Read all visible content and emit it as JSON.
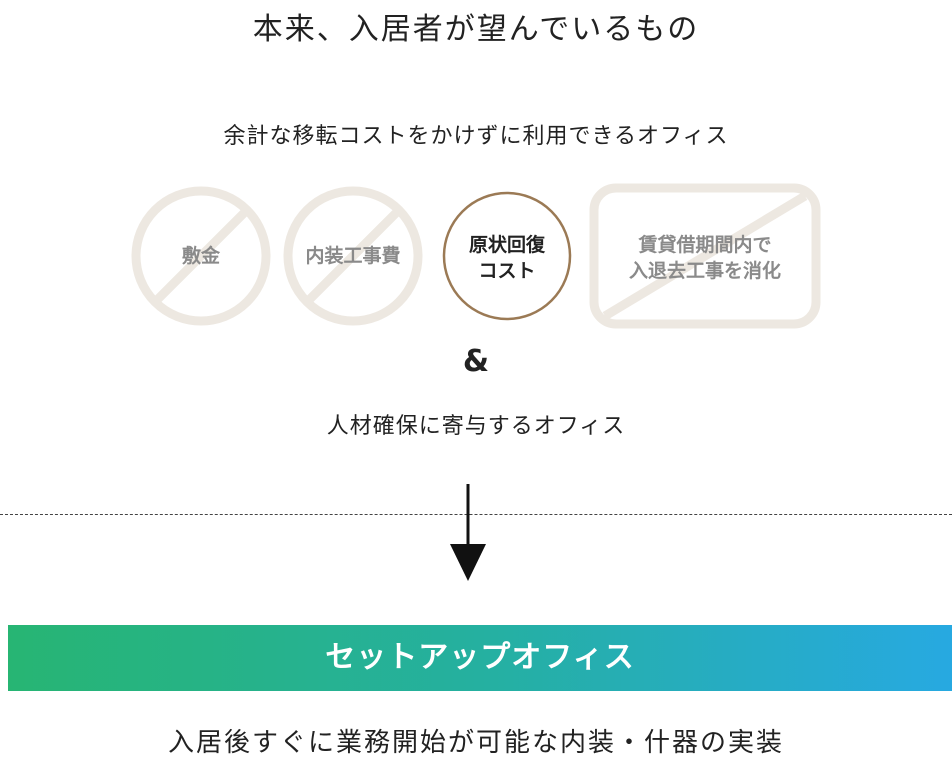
{
  "title": "本来、入居者が望んでいるもの",
  "subtitle": "余計な移転コストをかけずに利用できるオフィス",
  "items": [
    {
      "label": "敷金",
      "crossed": true
    },
    {
      "label": "内装工事費",
      "crossed": true
    },
    {
      "label_line1": "原状回復",
      "label_line2": "コスト",
      "crossed": false
    },
    {
      "label_line1": "賃貸借期間内で",
      "label_line2": "入退去工事を消化",
      "crossed": true
    }
  ],
  "ampersand": "&",
  "second_line": "人材確保に寄与するオフィス",
  "banner": "セットアップオフィス",
  "bottom_text": "入居後すぐに業務開始が可能な内装・什器の実装",
  "colors": {
    "badge_outline": "#ede8e1",
    "active_outline": "#9b7a55",
    "banner_start": "#27b573",
    "banner_end": "#27a9e1"
  }
}
